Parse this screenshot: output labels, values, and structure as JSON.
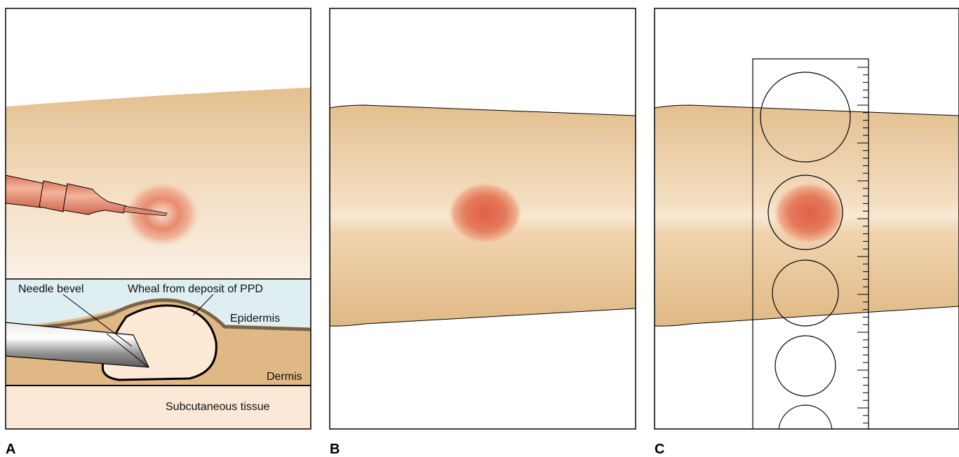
{
  "panels": {
    "a": {
      "letter": "A",
      "labels": {
        "needle_bevel": "Needle bevel",
        "wheal": "Wheal from deposit of PPD",
        "epidermis": "Epidermis",
        "dermis": "Dermis",
        "subcutaneous": "Subcutaneous tissue"
      }
    },
    "b": {
      "letter": "B"
    },
    "c": {
      "letter": "C"
    }
  },
  "colors": {
    "skin": "#e3bd8c",
    "skin_highlight": "#f6e3c9",
    "epidermis_band": "#dfeef1",
    "epidermis_line": "#7a6447",
    "dermis": "#e0b885",
    "subcutaneous": "#fbe8d6",
    "wheal": "#fde9d6",
    "reaction": "#e2664a",
    "syringe": "#e88a6e",
    "outline": "#000000"
  }
}
